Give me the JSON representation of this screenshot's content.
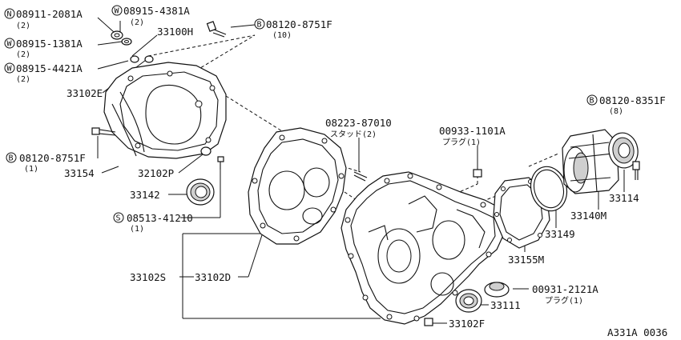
{
  "labels": {
    "n1": {
      "sym": "N",
      "num": "08911-2081A",
      "qty": "(2)"
    },
    "w1": {
      "sym": "W",
      "num": "08915-4381A",
      "qty": "(2)"
    },
    "w2": {
      "sym": "W",
      "num": "08915-1381A",
      "qty": "(2)"
    },
    "w3": {
      "sym": "W",
      "num": "08915-4421A",
      "qty": "(2)"
    },
    "b1": {
      "sym": "B",
      "num": "08120-8751F",
      "qty": "(10)"
    },
    "p33100h": "33100H",
    "p33102e": "33102E",
    "b2": {
      "sym": "B",
      "num": "08120-8751F",
      "qty": "(1)"
    },
    "p33154": "33154",
    "p32102p": "32102P",
    "p33142": "33142",
    "s1": {
      "sym": "S",
      "num": "08513-41210",
      "qty": "(1)"
    },
    "stud": {
      "num": "08223-87010",
      "qty": "スタッド(2)"
    },
    "plug1": {
      "num": "00933-1101A",
      "qty": "プラグ(1)"
    },
    "b3": {
      "sym": "B",
      "num": "08120-8351F",
      "qty": "(8)"
    },
    "p33114": "33114",
    "p33140m": "33140M",
    "p33149": "33149",
    "p33155m": "33155M",
    "p33102s": "33102S",
    "p33102d": "33102D",
    "plug2": {
      "num": "00931-2121A",
      "qty": "プラグ(1)"
    },
    "p33111": "33111",
    "p33102f": "33102F",
    "figure_code": "A331A 0036"
  }
}
